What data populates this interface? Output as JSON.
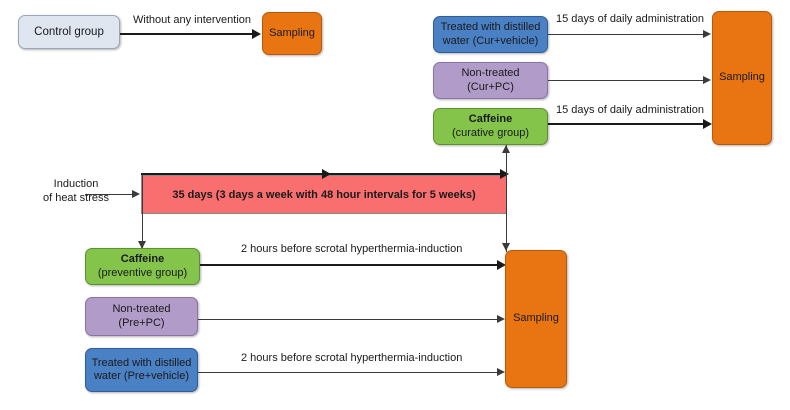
{
  "diagram": {
    "title": "Experimental design flow diagram",
    "colors": {
      "control": "#dfe6f0",
      "vehicle_blue": "#4a80c4",
      "nontreated_purple": "#b19bc9",
      "caffeine_green": "#84c44a",
      "sampling_orange": "#e87511",
      "heat_stress_red": "#f96e6e",
      "connector": "#3a3a3a"
    },
    "nodes": {
      "control_group": {
        "line1": "Control group",
        "line2": ""
      },
      "sampling_control": {
        "line1": "Sampling",
        "line2": ""
      },
      "curative_vehicle": {
        "line1": "Treated with distilled",
        "line2": "water (Cur+vehicle)"
      },
      "curative_nontreated": {
        "line1": "Non-treated",
        "line2": "(Cur+PC)"
      },
      "curative_caffeine": {
        "line1": "Caffeine",
        "line2": "(curative group)"
      },
      "sampling_curative": {
        "line1": "Sampling",
        "line2": ""
      },
      "preventive_caffeine": {
        "line1": "Caffeine",
        "line2": "(preventive group)"
      },
      "preventive_nontreated": {
        "line1": "Non-treated",
        "line2": "(Pre+PC)"
      },
      "preventive_vehicle": {
        "line1": "Treated with distilled",
        "line2": "water (Pre+vehicle)"
      },
      "sampling_preventive": {
        "line1": "Sampling",
        "line2": ""
      },
      "heat_stress_band": {
        "text": "35 days (3 days a week with 48 hour intervals for 5 weeks)"
      }
    },
    "labels": {
      "induction": {
        "line1": "Induction",
        "line2": "of heat stress"
      },
      "without_intervention": "Without any intervention",
      "admin_15_days_top": "15 days of daily administration",
      "admin_15_days_caffeine": "15 days of daily administration",
      "two_hours_preventive": "2 hours before scrotal hyperthermia-induction",
      "two_hours_vehicle": "2 hours before scrotal hyperthermia-induction"
    }
  }
}
